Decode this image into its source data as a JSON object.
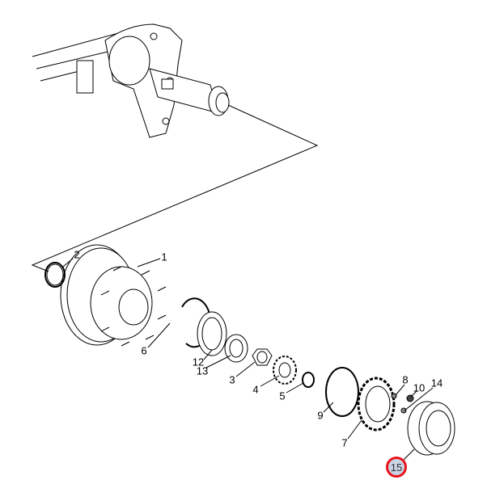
{
  "diagram": {
    "type": "exploded-parts-view",
    "callouts": [
      "1",
      "2",
      "3",
      "4",
      "5",
      "6",
      "7",
      "8",
      "9",
      "10",
      "12",
      "13",
      "14"
    ],
    "highlighted_callout": "15",
    "highlight_color": "#e8141c"
  }
}
